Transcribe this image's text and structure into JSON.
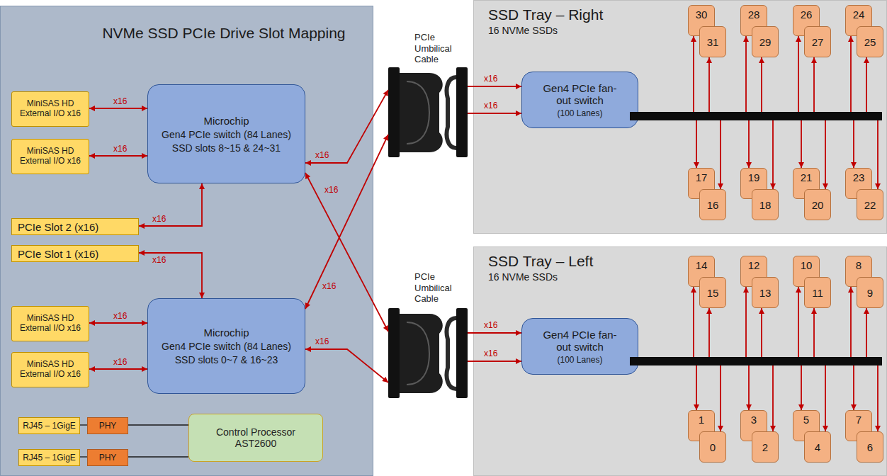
{
  "diagram": {
    "nodes": [
      {
        "text": [
          "NVMe SSD PCIe Drive Slot Mapping"
        ]
      },
      {
        "text": [
          "MiniSAS HD External I/O x16"
        ],
        "in": 0
      },
      {
        "text": [
          "MiniSAS HD External I/O x16"
        ],
        "in": 0
      },
      {
        "text": [
          "Microchip",
          "Gen4 PCIe switch (84 Lanes)",
          "SSD slots 8~15 & 24~31"
        ],
        "in": 0
      },
      {
        "text": [
          "PCIe Slot 2 (x16)"
        ],
        "in": 0
      },
      {
        "text": [
          "PCIe Slot 1 (x16)"
        ],
        "in": 0
      },
      {
        "text": [
          "MiniSAS HD External I/O x16"
        ],
        "in": 0
      },
      {
        "text": [
          "MiniSAS HD External I/O x16"
        ],
        "in": 0
      },
      {
        "text": [
          "Microchip",
          "Gen4 PCIe switch (84 Lanes)",
          "SSD slots 0~7 & 16~23"
        ],
        "in": 0
      },
      {
        "text": [
          "RJ45 – 1GigE"
        ],
        "in": 0
      },
      {
        "text": [
          "PHY"
        ],
        "in": 0
      },
      {
        "text": [
          "RJ45 – 1GigE"
        ],
        "in": 0
      },
      {
        "text": [
          "PHY"
        ],
        "in": 0
      },
      {
        "text": [
          "Control Processor AST2600"
        ],
        "in": 0
      },
      {
        "text": [
          "PCIe Umbilical Cable"
        ]
      },
      {
        "text": [
          "SSD Tray – Right",
          "16 NVMe SSDs"
        ]
      },
      {
        "text": [
          "Gen4 PCIe fan-out switch",
          "(100 Lanes)"
        ],
        "in": 15
      },
      {
        "text": [
          "30"
        ],
        "in": 15
      },
      {
        "text": [
          "28"
        ],
        "in": 15
      },
      {
        "text": [
          "26"
        ],
        "in": 15
      },
      {
        "text": [
          "24"
        ],
        "in": 15
      },
      {
        "text": [
          "31"
        ],
        "in": 15
      },
      {
        "text": [
          "29"
        ],
        "in": 15
      },
      {
        "text": [
          "27"
        ],
        "in": 15
      },
      {
        "text": [
          "25"
        ],
        "in": 15
      },
      {
        "text": [
          "17"
        ],
        "in": 15
      },
      {
        "text": [
          "19"
        ],
        "in": 15
      },
      {
        "text": [
          "21"
        ],
        "in": 15
      },
      {
        "text": [
          "23"
        ],
        "in": 15
      },
      {
        "text": [
          "16"
        ],
        "in": 15
      },
      {
        "text": [
          "18"
        ],
        "in": 15
      },
      {
        "text": [
          "20"
        ],
        "in": 15
      },
      {
        "text": [
          "22"
        ],
        "in": 15
      },
      {
        "text": [
          "PCIe Umbilical Cable"
        ]
      },
      {
        "text": [
          "SSD Tray – Left",
          "16 NVMe SSDs"
        ]
      },
      {
        "text": [
          "Gen4 PCIe fan-out switch",
          "(100 Lanes)"
        ],
        "in": 34
      },
      {
        "text": [
          "14"
        ],
        "in": 34
      },
      {
        "text": [
          "12"
        ],
        "in": 34
      },
      {
        "text": [
          "10"
        ],
        "in": 34
      },
      {
        "text": [
          "8"
        ],
        "in": 34
      },
      {
        "text": [
          "15"
        ],
        "in": 34
      },
      {
        "text": [
          "13"
        ],
        "in": 34
      },
      {
        "text": [
          "11"
        ],
        "in": 34
      },
      {
        "text": [
          "9"
        ],
        "in": 34
      },
      {
        "text": [
          "1"
        ],
        "in": 34
      },
      {
        "text": [
          "3"
        ],
        "in": 34
      },
      {
        "text": [
          "5"
        ],
        "in": 34
      },
      {
        "text": [
          "7"
        ],
        "in": 34
      },
      {
        "text": [
          "0"
        ],
        "in": 34
      },
      {
        "text": [
          "2"
        ],
        "in": 34
      },
      {
        "text": [
          "4"
        ],
        "in": 34
      },
      {
        "text": [
          "6"
        ],
        "in": 34
      }
    ],
    "edges": [
      {
        "from": 1,
        "to": 3,
        "arrow": "both",
        "label": "x16"
      },
      {
        "from": 2,
        "to": 3,
        "arrow": "both",
        "label": "x16"
      },
      {
        "from": 4,
        "to": 3,
        "arrow": "both",
        "label": "x16"
      },
      {
        "from": 5,
        "to": 8,
        "arrow": "both",
        "label": "x16"
      },
      {
        "from": 6,
        "to": 8,
        "arrow": "both",
        "label": "x16"
      },
      {
        "from": 7,
        "to": 8,
        "arrow": "both",
        "label": "x16"
      },
      {
        "from": 3,
        "to": 14,
        "arrow": "both",
        "label": "x16"
      },
      {
        "from": 3,
        "to": 33,
        "arrow": "both",
        "label": "x16"
      },
      {
        "from": 8,
        "to": 14,
        "arrow": "both",
        "label": "x16"
      },
      {
        "from": 8,
        "to": 33,
        "arrow": "both",
        "label": "x16"
      },
      {
        "from": 9,
        "to": 10,
        "arrow": "none"
      },
      {
        "from": 10,
        "to": 13,
        "arrow": "none"
      },
      {
        "from": 11,
        "to": 12,
        "arrow": "none"
      },
      {
        "from": 12,
        "to": 13,
        "arrow": "none"
      },
      {
        "from": 14,
        "to": 16,
        "arrow": "to",
        "label": "x16"
      },
      {
        "from": 14,
        "to": 16,
        "arrow": "to",
        "label": "x16"
      },
      {
        "from": 33,
        "to": 35,
        "arrow": "to",
        "label": "x16"
      },
      {
        "from": 33,
        "to": 35,
        "arrow": "to",
        "label": "x16"
      },
      {
        "from": 16,
        "to": 17,
        "arrow": "both"
      },
      {
        "from": 16,
        "to": 18,
        "arrow": "both"
      },
      {
        "from": 16,
        "to": 19,
        "arrow": "both"
      },
      {
        "from": 16,
        "to": 20,
        "arrow": "both"
      },
      {
        "from": 16,
        "to": 21,
        "arrow": "both"
      },
      {
        "from": 16,
        "to": 22,
        "arrow": "both"
      },
      {
        "from": 16,
        "to": 23,
        "arrow": "both"
      },
      {
        "from": 16,
        "to": 24,
        "arrow": "both"
      },
      {
        "from": 16,
        "to": 25,
        "arrow": "both"
      },
      {
        "from": 16,
        "to": 26,
        "arrow": "both"
      },
      {
        "from": 16,
        "to": 27,
        "arrow": "both"
      },
      {
        "from": 16,
        "to": 28,
        "arrow": "both"
      },
      {
        "from": 16,
        "to": 29,
        "arrow": "both"
      },
      {
        "from": 16,
        "to": 30,
        "arrow": "both"
      },
      {
        "from": 16,
        "to": 31,
        "arrow": "both"
      },
      {
        "from": 16,
        "to": 32,
        "arrow": "both"
      },
      {
        "from": 35,
        "to": 36,
        "arrow": "both"
      },
      {
        "from": 35,
        "to": 37,
        "arrow": "both"
      },
      {
        "from": 35,
        "to": 38,
        "arrow": "both"
      },
      {
        "from": 35,
        "to": 39,
        "arrow": "both"
      },
      {
        "from": 35,
        "to": 40,
        "arrow": "both"
      },
      {
        "from": 35,
        "to": 41,
        "arrow": "both"
      },
      {
        "from": 35,
        "to": 42,
        "arrow": "both"
      },
      {
        "from": 35,
        "to": 43,
        "arrow": "both"
      },
      {
        "from": 35,
        "to": 44,
        "arrow": "both"
      },
      {
        "from": 35,
        "to": 45,
        "arrow": "both"
      },
      {
        "from": 35,
        "to": 46,
        "arrow": "both"
      },
      {
        "from": 35,
        "to": 47,
        "arrow": "both"
      },
      {
        "from": 35,
        "to": 48,
        "arrow": "both"
      },
      {
        "from": 35,
        "to": 49,
        "arrow": "both"
      },
      {
        "from": 35,
        "to": 50,
        "arrow": "both"
      },
      {
        "from": 35,
        "to": 51,
        "arrow": "both"
      }
    ]
  }
}
